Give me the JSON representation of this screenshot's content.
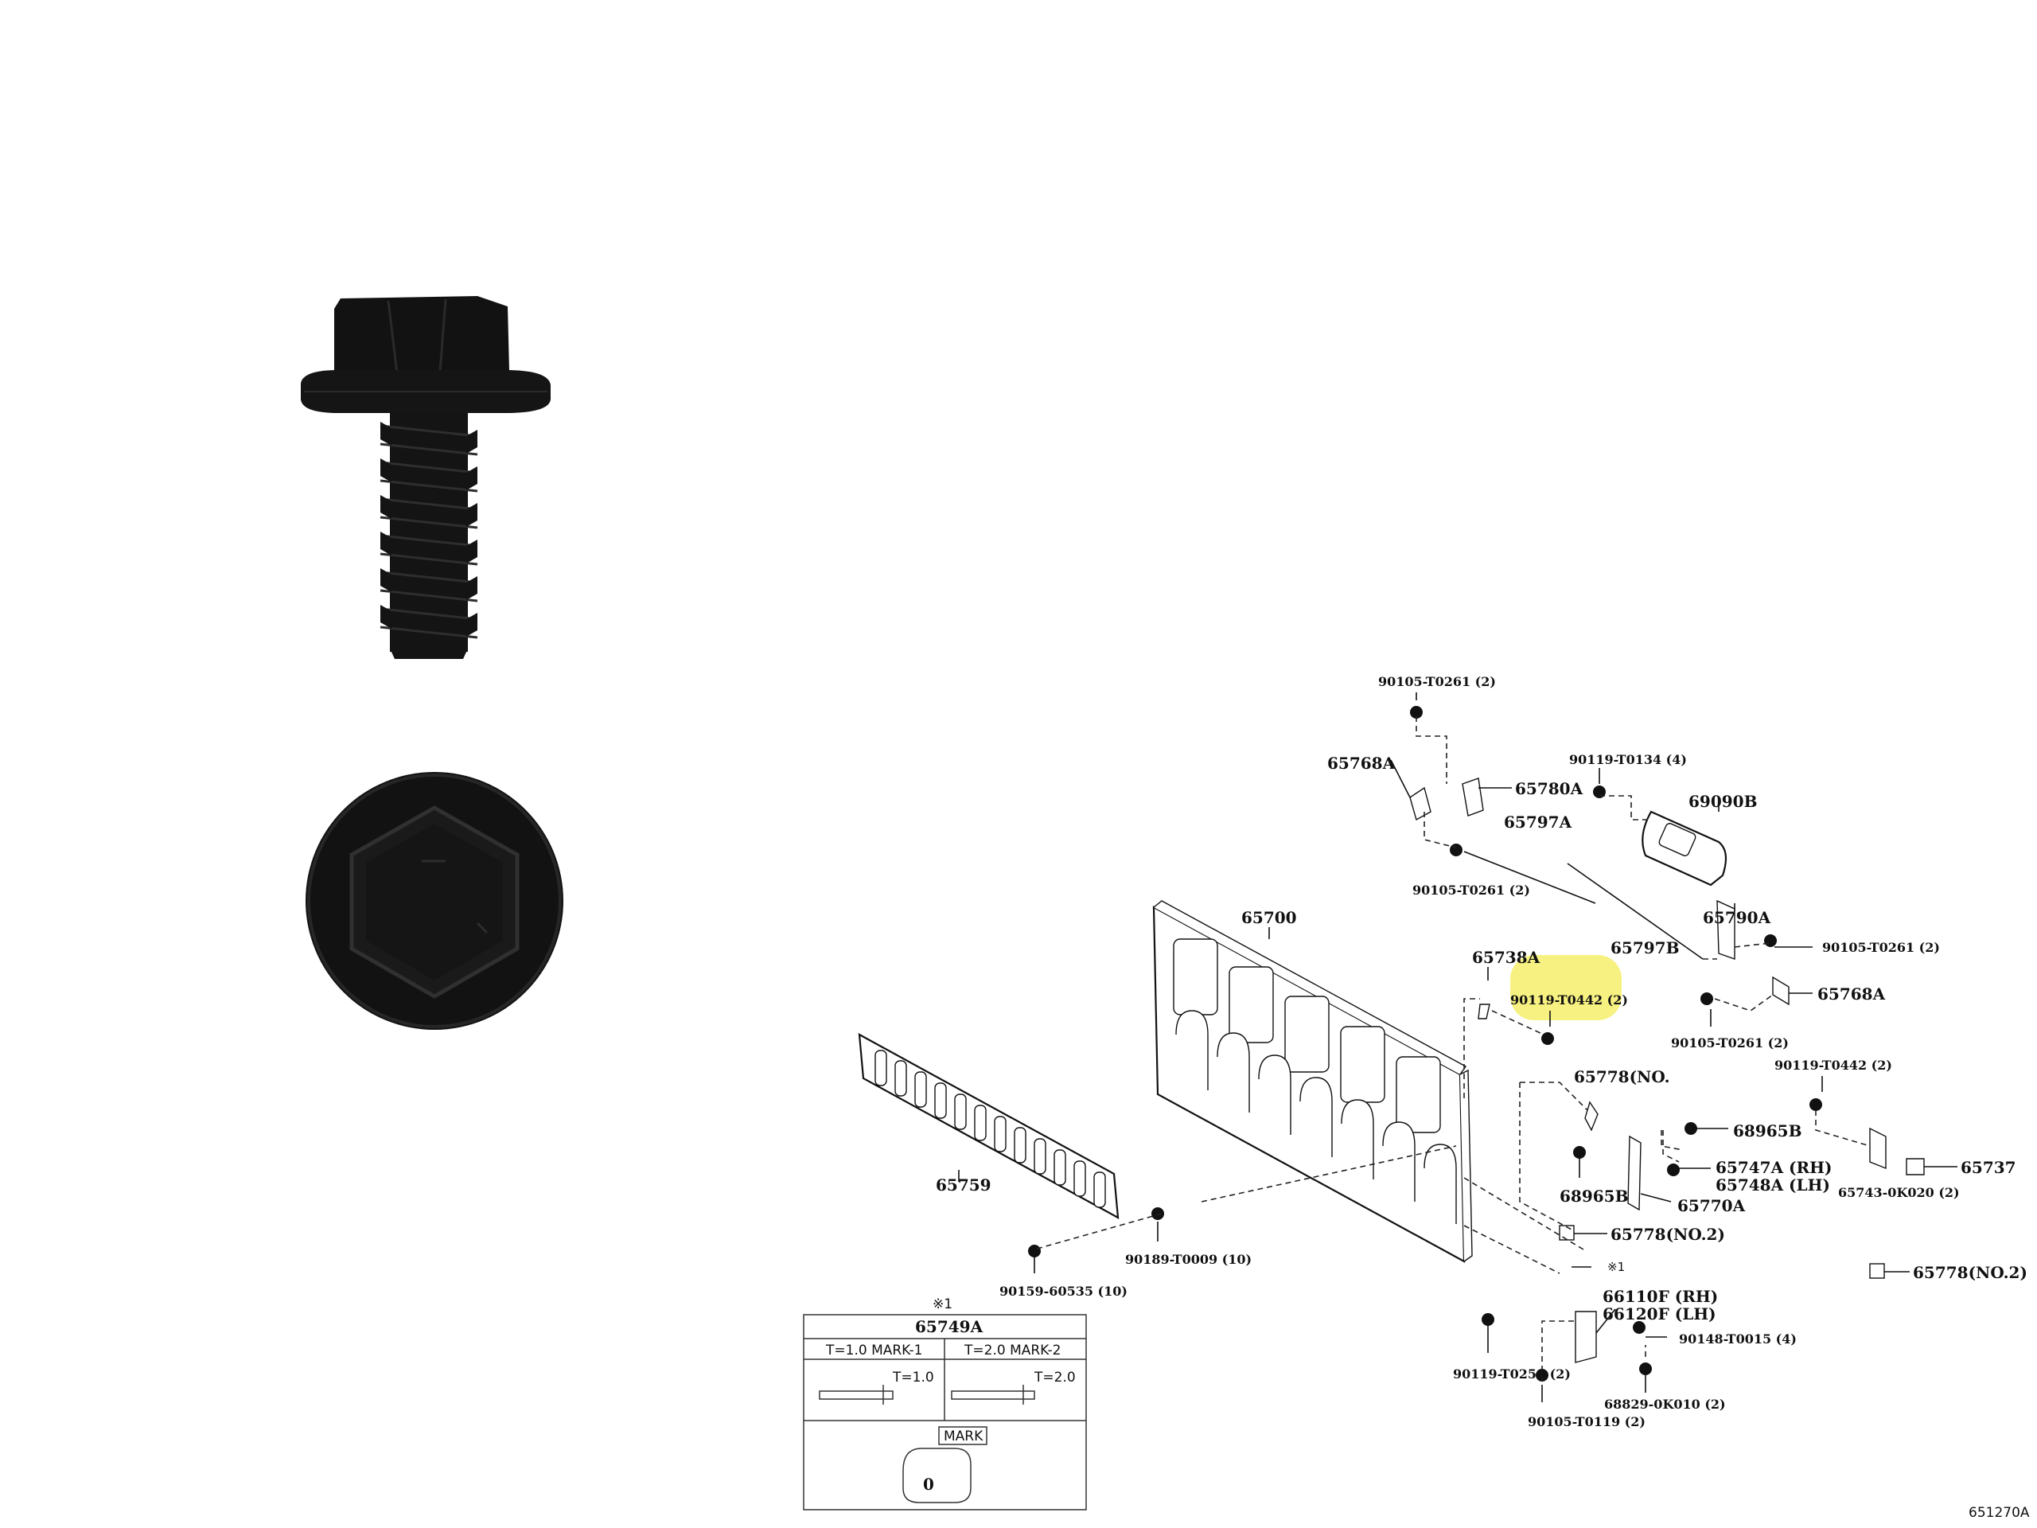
{
  "callouts": {
    "c1": "90105-T0261 (2)",
    "c2": "65768A",
    "c3": "65780A",
    "c4": "90119-T0134 (4)",
    "c5": "69090B",
    "c6": "65797A",
    "c7": "90105-T0261 (2)",
    "c8": "65797B",
    "c9": "65790A",
    "c10": "90105-T0261 (2)",
    "c11": "65700",
    "c12": "65738A",
    "c13": "90119-T0442 (2)",
    "c14": "65768A",
    "c15": "90105-T0261 (2)",
    "c16": "90119-T0442 (2)",
    "c17": "65778(NO.",
    "c18": "68965B",
    "c19": "65747A (RH)",
    "c20": "65748A (LH)",
    "c21": "65737",
    "c22": "68965B",
    "c23": "65770A",
    "c24": "65743-0K020 (2)",
    "c25": "65759",
    "c26": "65778(NO.2)",
    "c27": "※1",
    "c28": "65778(NO.2)",
    "c29": "90189-T0009 (10)",
    "c30": "90159-60535 (10)",
    "c31": "66110F (RH)",
    "c32": "66120F (LH)",
    "c33": "90148-T0015 (4)",
    "c34": "90119-T0259 (2)",
    "c35": "68829-0K010 (2)",
    "c36": "90105-T0119 (2)"
  },
  "inset": {
    "ref_mark": "※1",
    "part": "65749A",
    "col1": "T=1.0  MARK-1",
    "col2": "T=2.0  MARK-2",
    "t1": "T=1.0",
    "t2": "T=2.0",
    "mark_label": "MARK",
    "mark_symbol": "0"
  },
  "figure_id": "651270A",
  "highlight_color": "#f5ee6a"
}
